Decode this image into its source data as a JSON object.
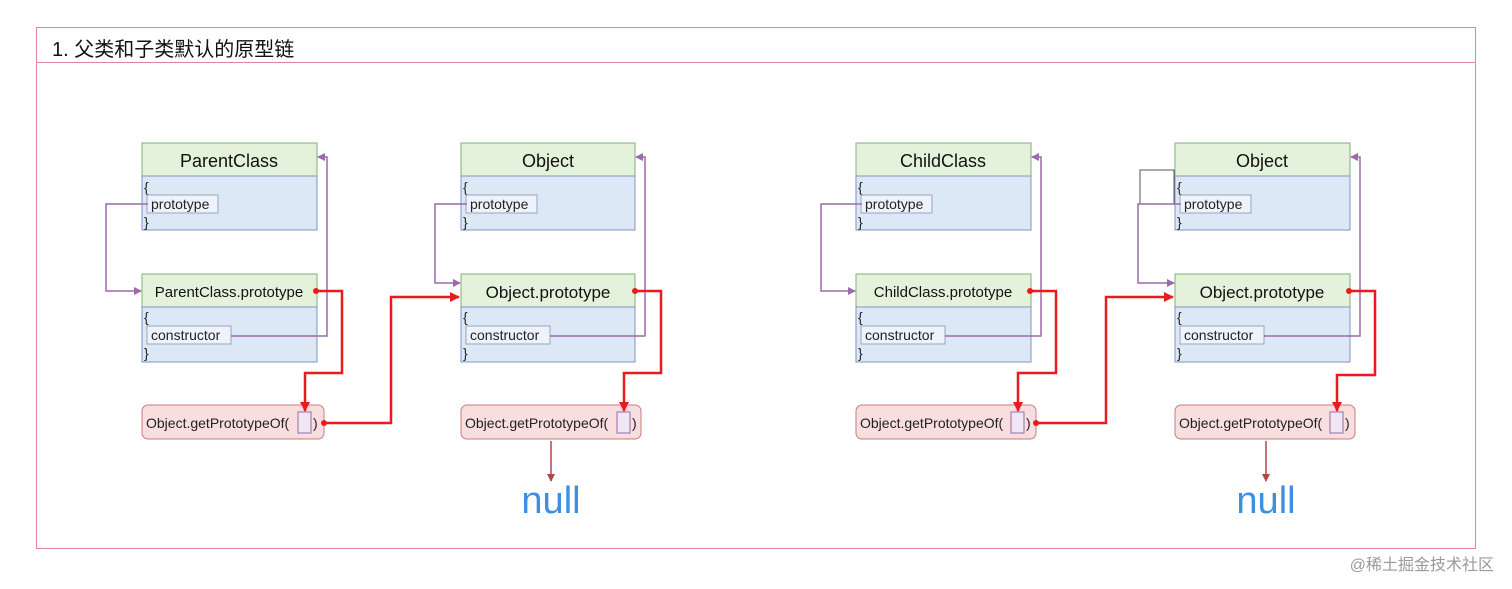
{
  "title": "1. 父类和子类默认的原型链",
  "watermark": "@稀土掘金技术社区",
  "colors": {
    "frame": "#d98a92",
    "header_fill": "#e4f2dc",
    "header_stroke": "#7fb07a",
    "body_fill": "#dde8f7",
    "body_stroke": "#7f95c0",
    "gp_fill": "#f8dede",
    "gp_stroke": "#c97c7c",
    "purple": "#9b6aa8",
    "red": "#e81c1c",
    "null_text": "#3d8fe0",
    "null_arrow": "#b04848"
  },
  "brace_open": "{",
  "brace_close": "}",
  "groups": [
    {
      "class_name": "ParentClass",
      "prototype_key": "prototype",
      "proto_name": "ParentClass.prototype",
      "constructor_key": "constructor",
      "get_proto_fn": "Object.getPrototypeOf(",
      "get_proto_close": ")",
      "object_name": "Object",
      "object_prototype_key": "prototype",
      "object_proto_name": "Object.prototype",
      "object_constructor_key": "constructor",
      "object_get_proto_fn": "Object.getPrototypeOf(",
      "object_get_proto_close": ")",
      "null_label": "null"
    },
    {
      "class_name": "ChildClass",
      "prototype_key": "prototype",
      "proto_name": "ChildClass.prototype",
      "constructor_key": "constructor",
      "get_proto_fn": "Object.getPrototypeOf(",
      "get_proto_close": ")",
      "object_name": "Object",
      "object_prototype_key": "prototype",
      "object_proto_name": "Object.prototype",
      "object_constructor_key": "constructor",
      "object_get_proto_fn": "Object.getPrototypeOf(",
      "object_get_proto_close": ")",
      "null_label": "null"
    }
  ]
}
